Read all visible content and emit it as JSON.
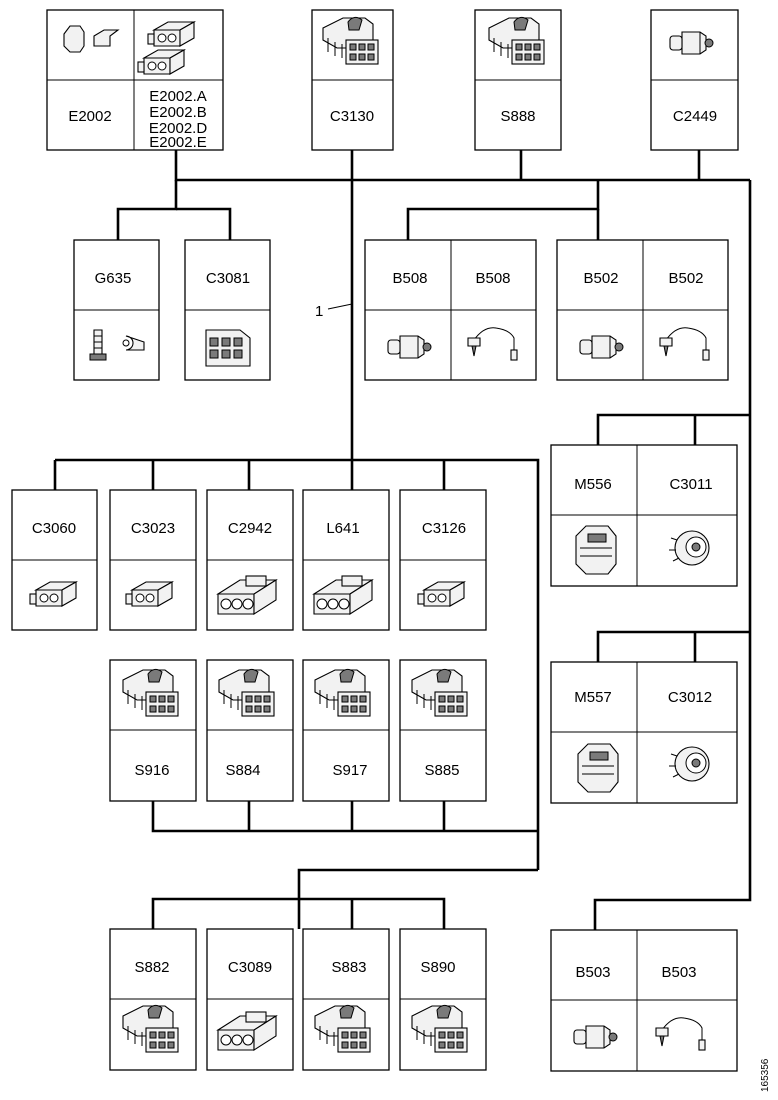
{
  "top": {
    "e2002": {
      "label": "E2002",
      "sub_labels": [
        "E2002.A",
        "E2002.B",
        "E2002.D",
        "E2002.E"
      ],
      "icon": "connector-set-icon"
    },
    "c3130": {
      "label": "C3130",
      "icon": "switch-connector-icon"
    },
    "s888": {
      "label": "S888",
      "icon": "switch-connector-icon"
    },
    "c2449": {
      "label": "C2449",
      "icon": "plug-connector-icon"
    }
  },
  "upper_row": [
    {
      "id": "g635",
      "label": "G635",
      "icon": "ground-stud-icon"
    },
    {
      "id": "c3081",
      "label": "C3081",
      "icon": "multi-pin-connector-icon"
    },
    {
      "id": "b508-a",
      "label": "B508",
      "icon": "sensor-plug-icon"
    },
    {
      "id": "b508-b",
      "label": "B508",
      "icon": "sensor-lead-icon"
    },
    {
      "id": "b502-a",
      "label": "B502",
      "icon": "sensor-plug-icon"
    },
    {
      "id": "b502-b",
      "label": "B502",
      "icon": "sensor-lead-icon"
    }
  ],
  "wire_label": "1",
  "middle_row": [
    {
      "id": "c3060",
      "label": "C3060",
      "icon": "small-connector-icon"
    },
    {
      "id": "c3023",
      "label": "C3023",
      "icon": "small-connector-icon"
    },
    {
      "id": "c2942",
      "label": "C2942",
      "icon": "large-connector-icon"
    },
    {
      "id": "l641",
      "label": "L641",
      "icon": "large-connector-icon"
    },
    {
      "id": "c3126",
      "label": "C3126",
      "icon": "small-connector-icon"
    }
  ],
  "switch_row": [
    {
      "id": "s916",
      "label": "S916",
      "icon": "switch-connector-icon"
    },
    {
      "id": "s884",
      "label": "S884",
      "icon": "switch-connector-icon"
    },
    {
      "id": "s917",
      "label": "S917",
      "icon": "switch-connector-icon"
    },
    {
      "id": "s885",
      "label": "S885",
      "icon": "switch-connector-icon"
    }
  ],
  "bottom_row": [
    {
      "id": "s882",
      "label": "S882",
      "icon": "switch-connector-icon"
    },
    {
      "id": "c3089",
      "label": "C3089",
      "icon": "large-connector-icon"
    },
    {
      "id": "s883",
      "label": "S883",
      "icon": "switch-connector-icon"
    },
    {
      "id": "s890",
      "label": "S890",
      "icon": "switch-connector-icon"
    }
  ],
  "right_column": [
    {
      "id": "m556",
      "label": "M556",
      "icon": "motor-connector-icon"
    },
    {
      "id": "c3011",
      "label": "C3011",
      "icon": "round-connector-icon"
    },
    {
      "id": "m557",
      "label": "M557",
      "icon": "motor-connector-icon"
    },
    {
      "id": "c3012",
      "label": "C3012",
      "icon": "round-connector-icon"
    },
    {
      "id": "b503-a",
      "label": "B503",
      "icon": "sensor-plug-icon"
    },
    {
      "id": "b503-b",
      "label": "B503",
      "icon": "sensor-lead-icon"
    }
  ],
  "figure_ref": "165356"
}
